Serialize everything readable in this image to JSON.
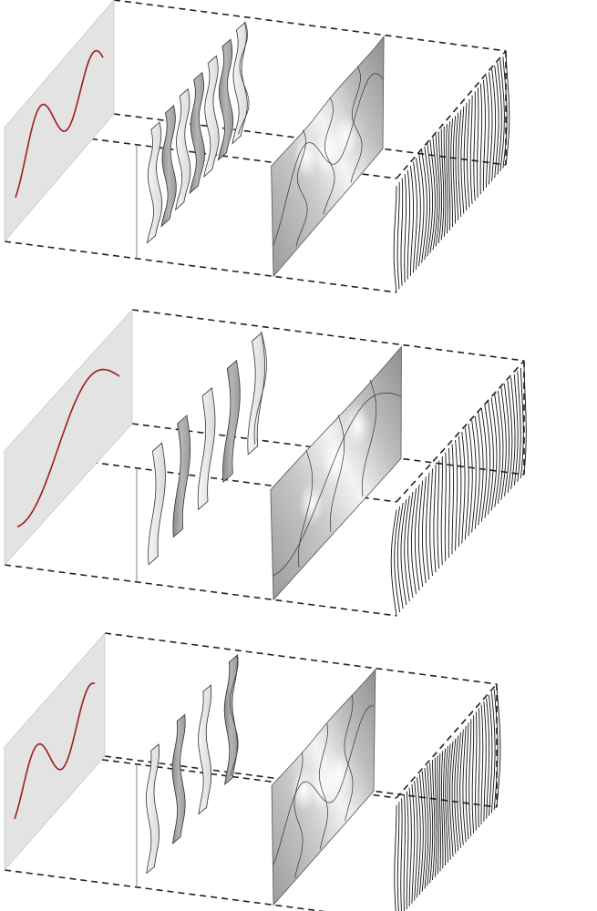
{
  "diagram": {
    "colors": {
      "background": "#ffffff",
      "curve": "#a01c1c",
      "plane": "#e3e3e3",
      "fin_dark": "#8a8a8a",
      "fin_light": "#f2f2f2",
      "surface_dark": "#9a9a9a",
      "surface_light": "#f4f4f4",
      "dashed_line": "#222222"
    },
    "rows": [
      {
        "id": "row-1",
        "wave": "double-bump",
        "stages": [
          "curve-plane",
          "vertical-fins",
          "continuous-surface",
          "dense-ribs"
        ],
        "fin_count": 7,
        "rib_count": 40
      },
      {
        "id": "row-2",
        "wave": "single-s",
        "stages": [
          "curve-plane",
          "vertical-fins",
          "continuous-surface",
          "dense-ribs"
        ],
        "fin_count": 5,
        "rib_count": 40
      },
      {
        "id": "row-3",
        "wave": "double-bump-small",
        "stages": [
          "curve-plane",
          "vertical-fins",
          "continuous-surface",
          "dense-ribs"
        ],
        "fin_count": 4,
        "rib_count": 40
      }
    ]
  }
}
